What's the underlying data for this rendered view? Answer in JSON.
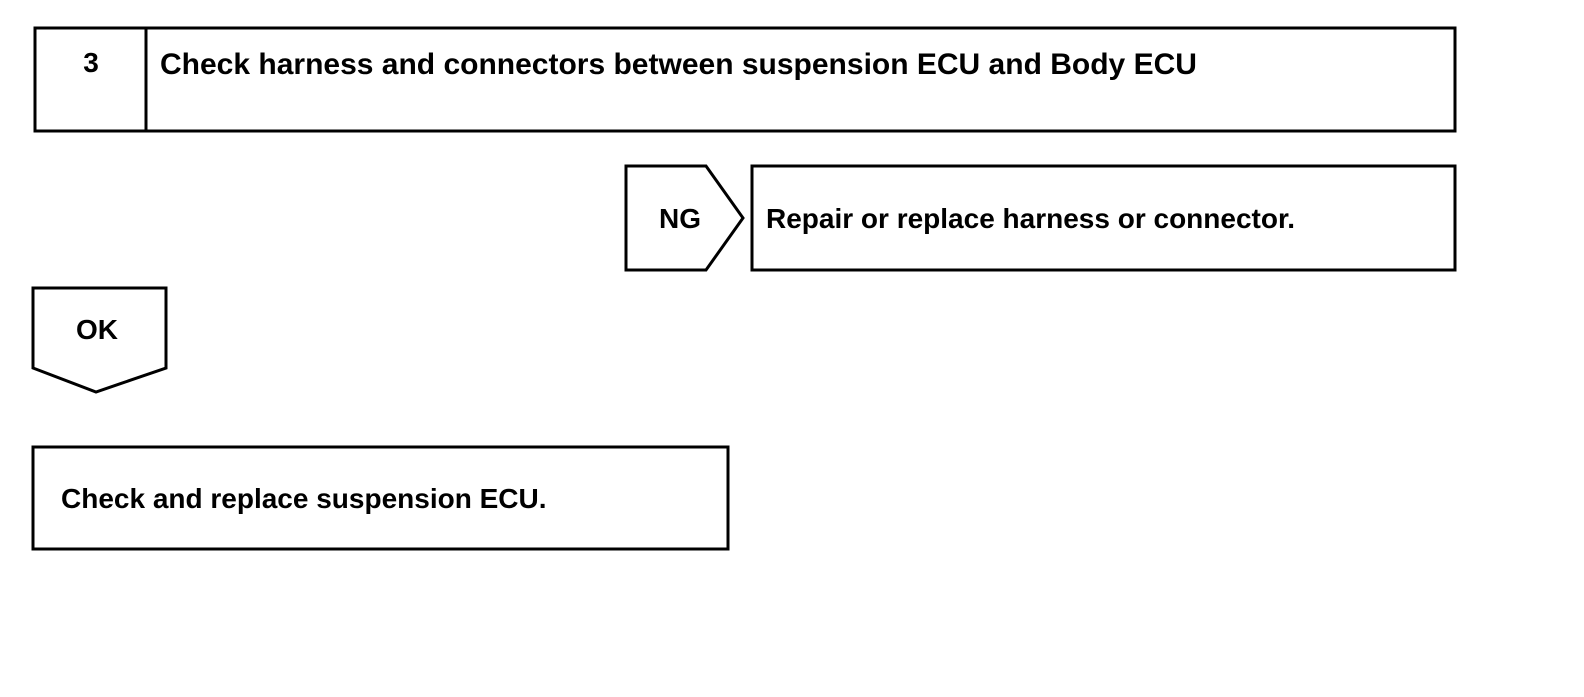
{
  "step": {
    "number": "3",
    "title": "Check harness and connectors between suspension ECU and Body ECU"
  },
  "ng_branch": {
    "label": "NG",
    "action": "Repair or replace harness or connector."
  },
  "ok_branch": {
    "label": "OK",
    "action": "Check and replace suspension ECU."
  },
  "colors": {
    "line": "#000000",
    "background": "#ffffff"
  }
}
